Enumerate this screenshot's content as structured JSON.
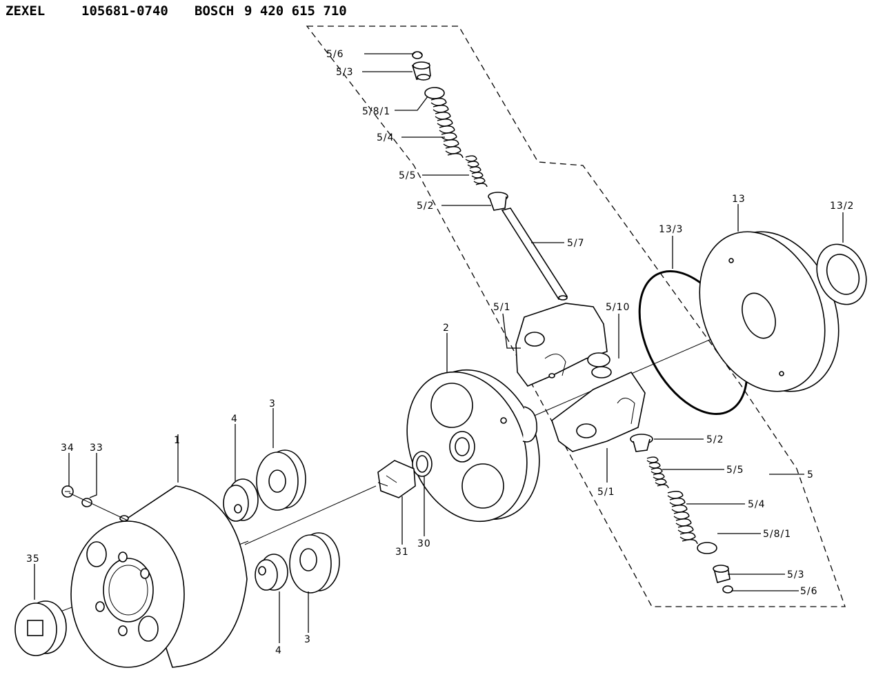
{
  "header": {
    "brand1": "ZEXEL",
    "number1": "105681-0740",
    "brand2": "BOSCH",
    "number2": "9 420 615 710"
  },
  "labels": {
    "l_5_6_top": "5/6",
    "l_5_3_top": "5/3",
    "l_5_8_1_top": "5/8/1",
    "l_5_4_top": "5/4",
    "l_5_5_top": "5/5",
    "l_5_2_top": "5/2",
    "l_5_7": "5/7",
    "l_13": "13",
    "l_13_2": "13/2",
    "l_13_3": "13/3",
    "l_5_1_top": "5/1",
    "l_5_10": "5/10",
    "l_2": "2",
    "l_5_2_bot": "5/2",
    "l_5_5_bot": "5/5",
    "l_5": "5",
    "l_5_1_bot": "5/1",
    "l_5_4_bot": "5/4",
    "l_5_8_1_bot": "5/8/1",
    "l_5_3_bot": "5/3",
    "l_5_6_bot": "5/6",
    "l_1": "1",
    "l_3_top": "3",
    "l_4_top": "4",
    "l_34": "34",
    "l_33": "33",
    "l_31": "31",
    "l_30": "30",
    "l_35": "35",
    "l_4_bot": "4",
    "l_3_bot": "3"
  }
}
